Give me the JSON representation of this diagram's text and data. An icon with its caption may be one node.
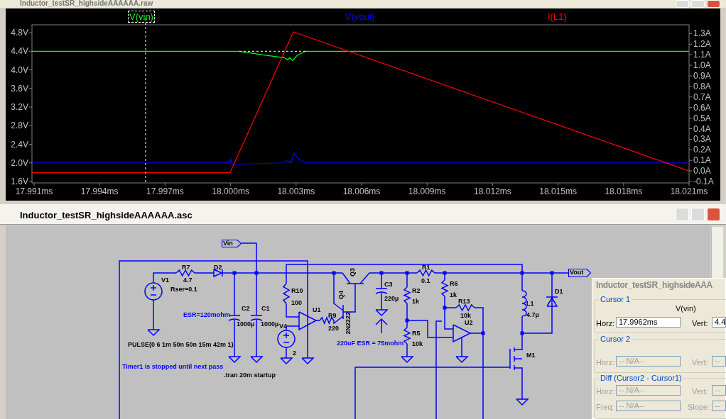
{
  "diagram": {
    "labels": [
      "Inductor_testSR_highsideAAAAAA.raw",
      "4.8V",
      "4.4V",
      "4.0V",
      "3.6V",
      "3.2V",
      "2.8V",
      "2.4V",
      "2.0V",
      "1.6V",
      "1.3A",
      "1.2A",
      "1.1A",
      "1.0A",
      "0.9A",
      "0.8A",
      "0.7A",
      "0.6A",
      "0.5A",
      "0.4A",
      "0.3A",
      "0.2A",
      "0.1A",
      "0.0A",
      "-0.1A",
      "17.991ms",
      "17.994ms",
      "17.997ms",
      "18.000ms",
      "18.003ms",
      "18.006ms",
      "18.009ms",
      "18.012ms",
      "18.015ms",
      "18.018ms",
      "18.021ms",
      "Inductor_testSR_highsideAAAAAA.asc",
      "R7",
      "4.7",
      "D2",
      "V1",
      "Rser=0.1",
      "ESR=120mohm",
      "C2",
      "C1",
      "1000µ",
      "1000µ",
      "PULSE(0 6 1m 50n 50n 15m 42m 1)",
      "Timer1 is stopped until next pass",
      ".tran 20m startup",
      "R10",
      "100",
      "U1",
      "R9",
      "220",
      "V4",
      "2",
      "Q3",
      "Q4",
      "2N2222",
      "220uF ESR = 75mohm",
      "C3",
      "220µ",
      "R1",
      "0.1",
      "R2",
      "1k",
      "R6",
      "1k",
      "R13",
      "10k",
      "R5",
      "10k",
      "U2",
      "L1",
      "4.7µ",
      "D1",
      "M1",
      "Inductor_testSR_highsideAAA",
      "Cursor 1",
      "V(vin)",
      "Horz:",
      "17.9962ms",
      "Vert:",
      "4.4",
      "Cursor 2",
      "Horz:",
      "-- N/A--",
      "Vert:",
      "--",
      "Diff (Cursor2 - Cursor1)",
      "Horz:",
      "-- N/A--",
      "Vert:",
      "--",
      "Freq:",
      "-- N/A--",
      "Slope:",
      "--",
      "Vin",
      "Vout"
    ],
    "legend": [
      {
        "text": "V(vin)",
        "color": "#00ff00"
      },
      {
        "text": "V(vout)",
        "color": "#0000ff"
      },
      {
        "text": "I(L1)",
        "color": "#ff0000"
      }
    ]
  }
}
